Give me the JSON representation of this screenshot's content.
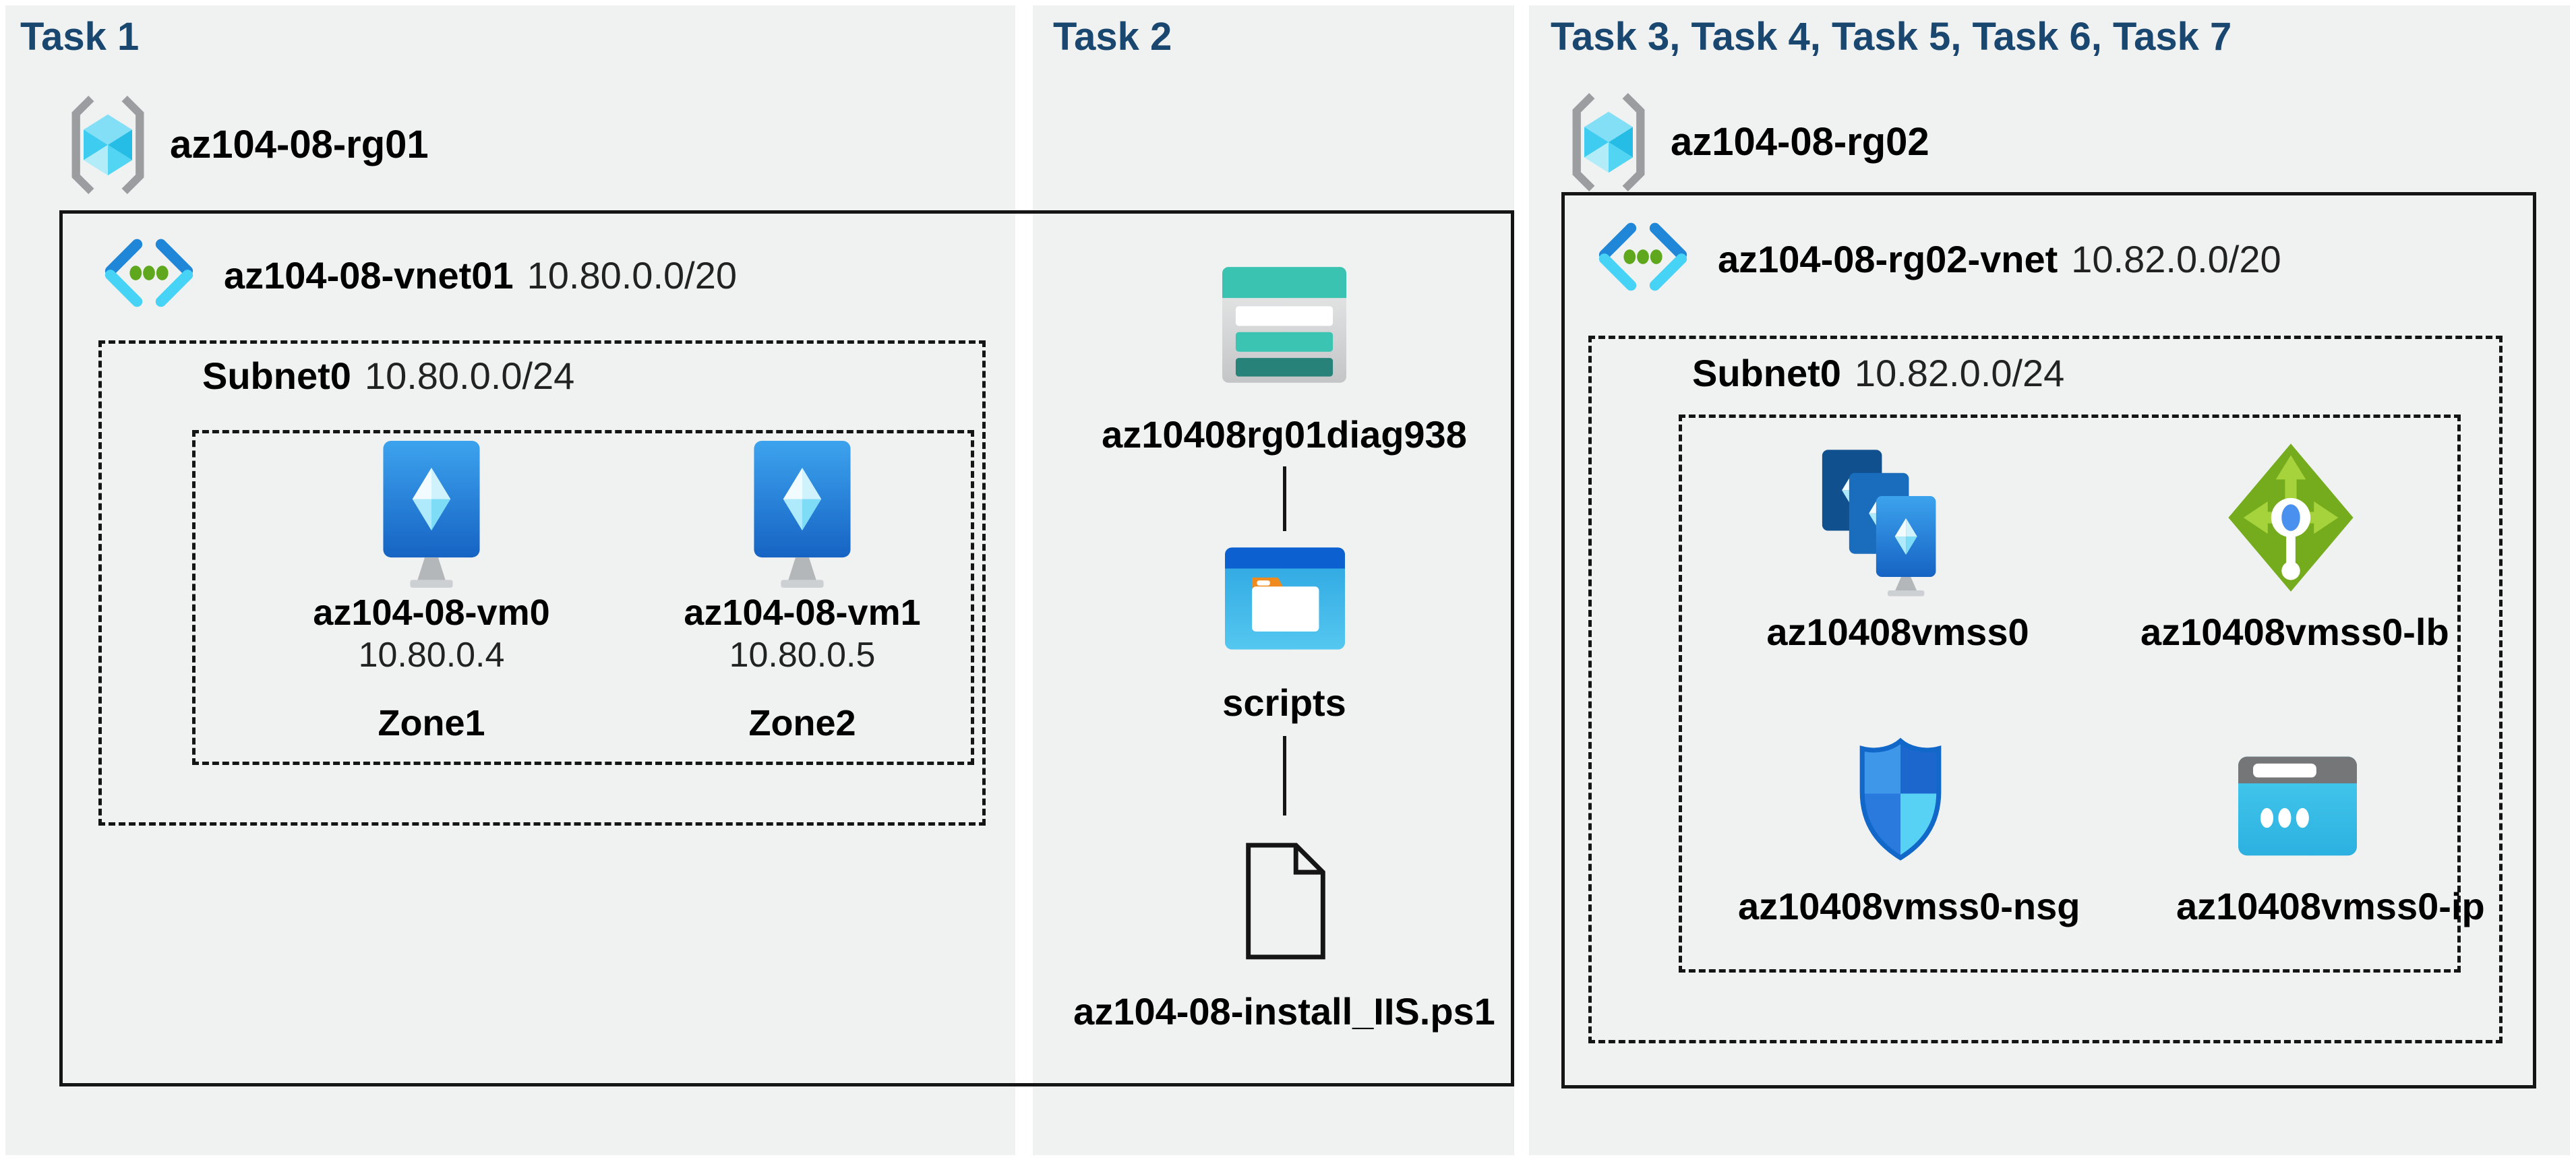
{
  "colors": {
    "background": "#ffffff",
    "panel_background": "#f0f1f1",
    "heading": "#1a476f",
    "box_border": "#151515",
    "name_text": "#000000",
    "value_text": "#222222"
  },
  "panels": [
    {
      "heading": "Task 1",
      "resource_group": {
        "icon": "resource-group-icon",
        "name": "az104-08-rg01"
      },
      "vnet": {
        "icon": "virtual-network-icon",
        "name": "az104-08-vnet01",
        "cidr": "10.80.0.0/20"
      },
      "subnet": {
        "name": "Subnet0",
        "cidr": "10.80.0.0/24"
      },
      "vms": [
        {
          "icon": "virtual-machine-icon",
          "name": "az104-08-vm0",
          "ip": "10.80.0.4",
          "zone": "Zone1"
        },
        {
          "icon": "virtual-machine-icon",
          "name": "az104-08-vm1",
          "ip": "10.80.0.5",
          "zone": "Zone2"
        }
      ]
    },
    {
      "heading": "Task 2",
      "storage_account": {
        "icon": "storage-account-icon",
        "name": "az10408rg01diag938"
      },
      "blob_container": {
        "icon": "blob-container-icon",
        "name": "scripts"
      },
      "script_file": {
        "icon": "file-icon",
        "name": "az104-08-install_IIS.ps1"
      }
    },
    {
      "heading": "Task 3, Task 4, Task 5, Task 6, Task 7",
      "resource_group": {
        "icon": "resource-group-icon",
        "name": "az104-08-rg02"
      },
      "vnet": {
        "icon": "virtual-network-icon",
        "name": "az104-08-rg02-vnet",
        "cidr": "10.82.0.0/20"
      },
      "subnet": {
        "name": "Subnet0",
        "cidr": "10.82.0.0/24"
      },
      "resources": [
        {
          "icon": "vm-scale-set-icon",
          "name": "az10408vmss0"
        },
        {
          "icon": "load-balancer-icon",
          "name": "az10408vmss0-lb"
        },
        {
          "icon": "network-security-group-icon",
          "name": "az10408vmss0-nsg"
        },
        {
          "icon": "public-ip-icon",
          "name": "az10408vmss0-ip"
        }
      ]
    }
  ]
}
